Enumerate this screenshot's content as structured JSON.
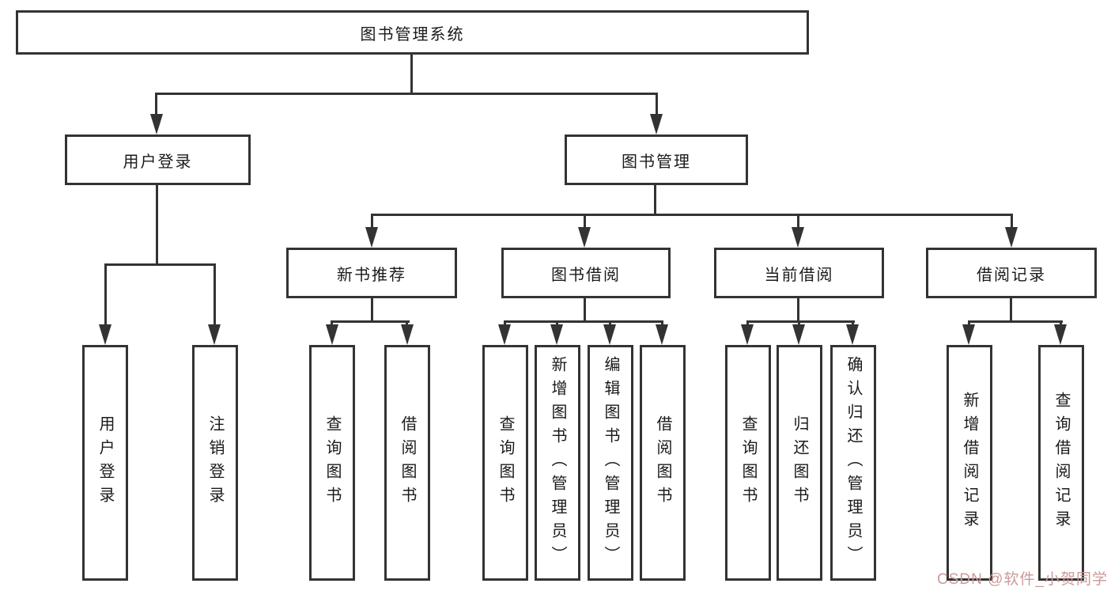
{
  "tree": {
    "root": {
      "label": "图书管理系统",
      "children": [
        {
          "label": "用户登录",
          "children": [
            {
              "label": "用户登录"
            },
            {
              "label": "注销登录"
            }
          ]
        },
        {
          "label": "图书管理",
          "children": [
            {
              "label": "新书推荐",
              "children": [
                {
                  "label": "查询图书"
                },
                {
                  "label": "借阅图书"
                }
              ]
            },
            {
              "label": "图书借阅",
              "children": [
                {
                  "label": "查询图书"
                },
                {
                  "label": "新增图书（管理员）"
                },
                {
                  "label": "编辑图书（管理员）"
                },
                {
                  "label": "借阅图书"
                }
              ]
            },
            {
              "label": "当前借阅",
              "children": [
                {
                  "label": "查询图书"
                },
                {
                  "label": "归还图书"
                },
                {
                  "label": "确认归还（管理员）"
                }
              ]
            },
            {
              "label": "借阅记录",
              "children": [
                {
                  "label": "新增借阅记录"
                },
                {
                  "label": "查询借阅记录"
                }
              ]
            }
          ]
        }
      ]
    }
  },
  "watermark": {
    "text": "CSDN @软件_小贺同学"
  },
  "colors": {
    "line": "#333333",
    "box_background": "#ffffff",
    "box_border": "#333333",
    "text": "#1a1a1a",
    "watermark": "#cc9999"
  }
}
